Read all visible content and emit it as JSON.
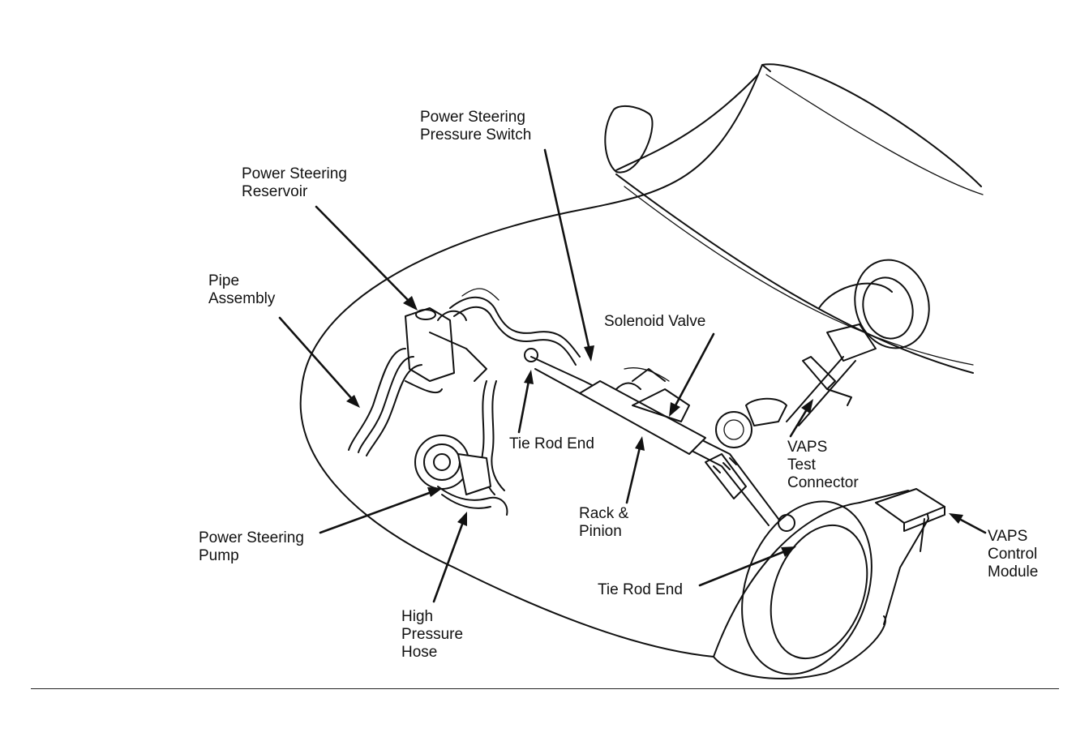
{
  "labels": {
    "ps_pressure_switch": [
      "Power Steering",
      "Pressure Switch"
    ],
    "ps_reservoir": [
      "Power Steering",
      "Reservoir"
    ],
    "pipe_assembly": [
      "Pipe",
      "Assembly"
    ],
    "solenoid_valve": [
      "Solenoid Valve"
    ],
    "tie_rod_end_upper": [
      "Tie Rod End"
    ],
    "vaps_test_connector": [
      "VAPS",
      "Test",
      "Connector"
    ],
    "rack_pinion": [
      "Rack &",
      "Pinion"
    ],
    "vaps_control_module": [
      "VAPS",
      "Control",
      "Module"
    ],
    "ps_pump": [
      "Power Steering",
      "Pump"
    ],
    "tie_rod_end_lower": [
      "Tie Rod End"
    ],
    "high_pressure_hose": [
      "High",
      "Pressure",
      "Hose"
    ]
  }
}
